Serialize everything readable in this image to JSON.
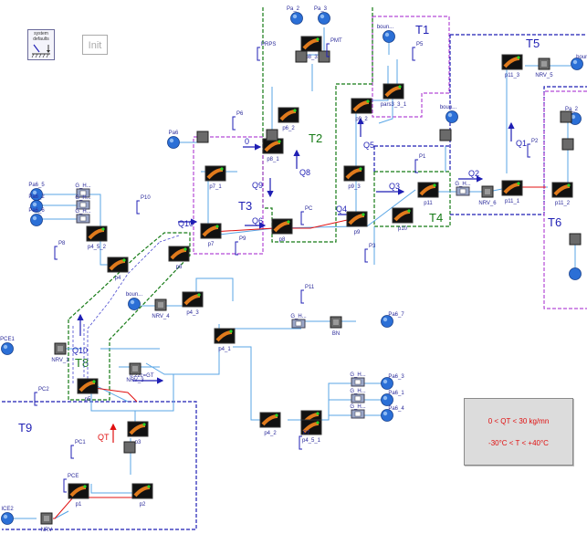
{
  "system_block": {
    "title": "system",
    "subtitle": "defaults",
    "g_label": "g"
  },
  "init_label": "Init",
  "groups": [
    {
      "id": "T1",
      "label": "T1",
      "color": "#b44bd6",
      "style": "dash"
    },
    {
      "id": "T2",
      "label": "T2",
      "color": "#157a15",
      "style": "dash"
    },
    {
      "id": "T3",
      "label": "T3",
      "color": "#b44bd6",
      "style": "dash"
    },
    {
      "id": "T4",
      "label": "T4",
      "color": "#157a15",
      "style": "dash"
    },
    {
      "id": "T5",
      "label": "T5",
      "color": "#1f1fb4",
      "style": "dash"
    },
    {
      "id": "T6",
      "label": "T6",
      "color": "#b44bd6",
      "style": "dash"
    },
    {
      "id": "T8",
      "label": "T8",
      "color": "#157a15",
      "style": "dash"
    },
    {
      "id": "T9",
      "label": "T9",
      "color": "#1f1fb4",
      "style": "dash"
    }
  ],
  "flow_labels": [
    "0",
    "Q1",
    "Q2",
    "Q3",
    "Q4",
    "Q5",
    "Q6",
    "Q8",
    "Q9",
    "Q10",
    "Q10",
    "QT",
    "0.22c=GT"
  ],
  "sources": [
    "Pa6_5",
    "Pa6_2",
    "Pa6_6",
    "Pa6",
    "PCE1",
    "ICE2",
    "boun...",
    "Pa6_7",
    "Pa6_3",
    "Pa6_1",
    "Pa6_4",
    "Pa_2",
    "Pa_3",
    "boun...",
    "boun...",
    "bound...",
    "Pa_2"
  ],
  "pipes": [
    "p1",
    "p2",
    "p3",
    "p4",
    "p4_1",
    "p4_2",
    "p4_3",
    "p4_4",
    "p4_5_2",
    "p4_5_1",
    "p5",
    "p6",
    "p6_2",
    "p7",
    "p7_1",
    "p8",
    "p8_1",
    "p8_3",
    "p9",
    "p9_2",
    "p9_3",
    "p10",
    "p11",
    "p11_1",
    "p11_2",
    "p11_3",
    "pars3_3_1"
  ],
  "valves": [
    "NRV",
    "NRV_1",
    "NRV_3",
    "NRV_4",
    "NRV_5",
    "NRV_I5",
    "NRV_6",
    "G_H...",
    "G_H...",
    "G_H...",
    "G_H...",
    "G_H...",
    "G_H...",
    "G_H...",
    "G_H...",
    "BN"
  ],
  "sensors": [
    "P1",
    "P2",
    "P3",
    "P5",
    "P6",
    "P7",
    "P8",
    "P9",
    "P10",
    "P11",
    "PC",
    "PC1",
    "PC2",
    "PCE",
    "PMT",
    "PRPS"
  ],
  "legend": {
    "line1": "0 < QT < 30 kg/mn",
    "line2": "-30°C < T < +40°C"
  }
}
